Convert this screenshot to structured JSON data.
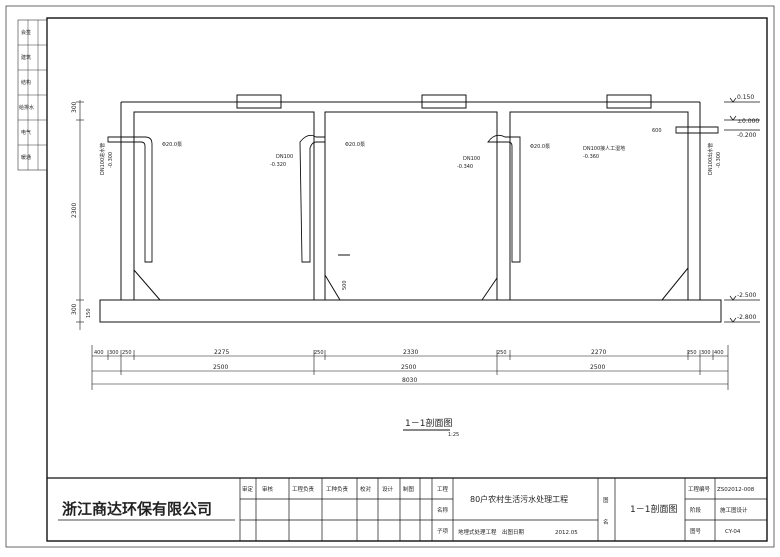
{
  "drawing": {
    "section_title": "1－1剖面图",
    "scale": "1:25"
  },
  "elevations": {
    "top": "0.150",
    "ground": "±0.000",
    "inlet_level": "-0.200",
    "bottom_inner": "-2.500",
    "bottom_base": "-2.800"
  },
  "pipes": {
    "inlet_pipe": "DN100进水管",
    "inlet_level": "-0.300",
    "pipe1": "DN100",
    "pipe1_level": "-0.320",
    "pipe2": "DN100",
    "pipe2_level": "-0.340",
    "pipe3": "DN100接人工湿地",
    "pipe3_level": "-0.360",
    "outlet_pipe": "DN100出水管",
    "outlet_level": "-0.300",
    "riser1": "Φ20.0泵",
    "riser2": "Φ20.0泵",
    "riser3": "Φ20.0泵",
    "dim_600": "600"
  },
  "dimensions": {
    "row1": [
      "400",
      "300",
      "250",
      "2275",
      "250",
      "2330",
      "250",
      "2270",
      "250",
      "300",
      "400"
    ],
    "row2": [
      "2500",
      "2500",
      "2500"
    ],
    "total": "8030",
    "left_height": "2300",
    "left_top": "300",
    "left_bottom": "300",
    "base_thick": "150",
    "middle_opening": "500"
  },
  "title_block": {
    "company": "浙江商达环保有限公司",
    "roles_row1": [
      "审定",
      "审核",
      "工程负责",
      "工种负责",
      "校对",
      "设计",
      "制图"
    ],
    "project_label_a": "工程",
    "project_label_b": "名称",
    "project_label_c": "子项",
    "project_name": "80户农村生活污水处理工程",
    "sub_item": "地埋式处理工程",
    "date_label": "出图日期",
    "date": "2012.05",
    "drawing_label_a": "图",
    "drawing_label_b": "名",
    "drawing_name": "1－1剖面图",
    "project_no_label": "工程编号",
    "project_no": "ZS02012-008",
    "stage_label": "阶段",
    "stage": "施工图设计",
    "sheet_label": "图号",
    "sheet_no": "CY-04"
  },
  "side_strip": {
    "labels": [
      "会签",
      "建筑",
      "结构",
      "给排水",
      "电气",
      "暖通"
    ]
  }
}
